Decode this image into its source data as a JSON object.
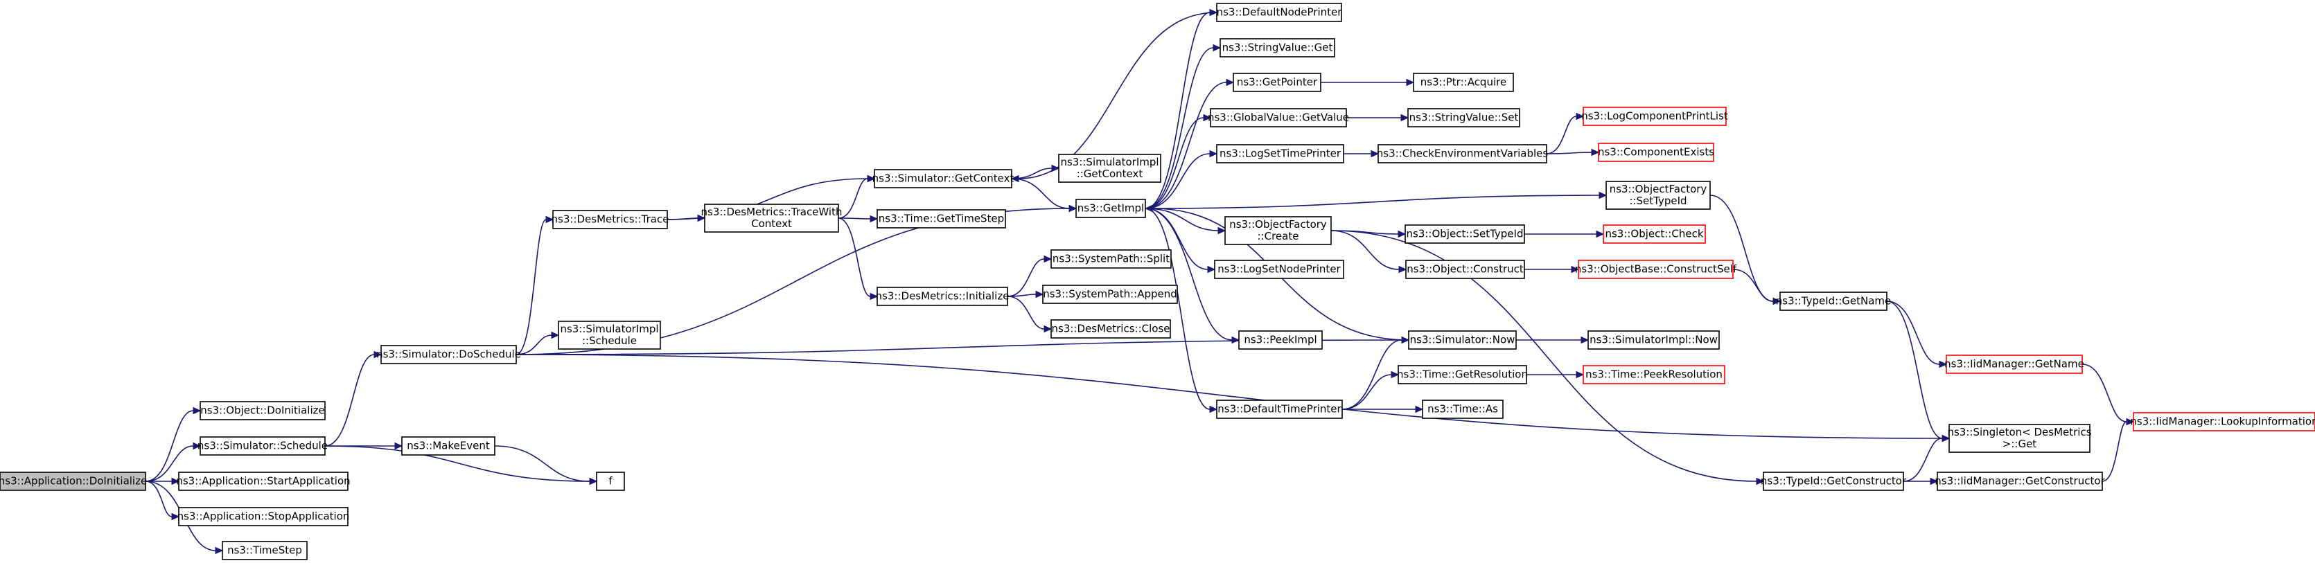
{
  "diagram": {
    "colors": {
      "edge": "#191970",
      "node_border": "#000000",
      "node_fill": "#ffffff",
      "root_fill": "#bfbfbf",
      "undocumented_border": "#ff0000"
    },
    "nodes": [
      {
        "id": "app_doinit",
        "lines": [
          "ns3::Application::DoInitialize"
        ],
        "style": "root"
      },
      {
        "id": "obj_doinit",
        "lines": [
          "ns3::Object::DoInitialize"
        ],
        "style": "normal"
      },
      {
        "id": "sim_schedule",
        "lines": [
          "ns3::Simulator::Schedule"
        ],
        "style": "normal"
      },
      {
        "id": "app_start",
        "lines": [
          "ns3::Application::StartApplication"
        ],
        "style": "normal"
      },
      {
        "id": "app_stop",
        "lines": [
          "ns3::Application::StopApplication"
        ],
        "style": "normal"
      },
      {
        "id": "timestep",
        "lines": [
          "ns3::TimeStep"
        ],
        "style": "normal"
      },
      {
        "id": "sim_doschedule",
        "lines": [
          "ns3::Simulator::DoSchedule"
        ],
        "style": "normal"
      },
      {
        "id": "makeevent",
        "lines": [
          "ns3::MakeEvent"
        ],
        "style": "normal"
      },
      {
        "id": "f",
        "lines": [
          "f"
        ],
        "style": "normal"
      },
      {
        "id": "desm_trace",
        "lines": [
          "ns3::DesMetrics::Trace"
        ],
        "style": "normal"
      },
      {
        "id": "simimpl_schedule",
        "lines": [
          "ns3::SimulatorImpl",
          "::Schedule"
        ],
        "style": "normal"
      },
      {
        "id": "desm_tracewith",
        "lines": [
          "ns3::DesMetrics::TraceWith",
          "Context"
        ],
        "style": "normal"
      },
      {
        "id": "sim_getcontext",
        "lines": [
          "ns3::Simulator::GetContext"
        ],
        "style": "normal"
      },
      {
        "id": "time_gettimestep",
        "lines": [
          "ns3::Time::GetTimeStep"
        ],
        "style": "normal"
      },
      {
        "id": "desm_init",
        "lines": [
          "ns3::DesMetrics::Initialize"
        ],
        "style": "normal"
      },
      {
        "id": "simimpl_getcontext",
        "lines": [
          "ns3::SimulatorImpl",
          "::GetContext"
        ],
        "style": "normal"
      },
      {
        "id": "getimpl",
        "lines": [
          "ns3::GetImpl"
        ],
        "style": "normal"
      },
      {
        "id": "syspath_split",
        "lines": [
          "ns3::SystemPath::Split"
        ],
        "style": "normal"
      },
      {
        "id": "syspath_append",
        "lines": [
          "ns3::SystemPath::Append"
        ],
        "style": "normal"
      },
      {
        "id": "desm_close",
        "lines": [
          "ns3::DesMetrics::Close"
        ],
        "style": "normal"
      },
      {
        "id": "defnodeprinter",
        "lines": [
          "ns3::DefaultNodePrinter"
        ],
        "style": "normal"
      },
      {
        "id": "stringvalue_get",
        "lines": [
          "ns3::StringValue::Get"
        ],
        "style": "normal"
      },
      {
        "id": "getpointer",
        "lines": [
          "ns3::GetPointer"
        ],
        "style": "normal"
      },
      {
        "id": "globalvalue_getvalue",
        "lines": [
          "ns3::GlobalValue::GetValue"
        ],
        "style": "normal"
      },
      {
        "id": "logsettimeprinter",
        "lines": [
          "ns3::LogSetTimePrinter"
        ],
        "style": "normal"
      },
      {
        "id": "objfactory_create",
        "lines": [
          "ns3::ObjectFactory",
          "::Create"
        ],
        "style": "normal"
      },
      {
        "id": "logsetnodeprinter",
        "lines": [
          "ns3::LogSetNodePrinter"
        ],
        "style": "normal"
      },
      {
        "id": "peekimpl",
        "lines": [
          "ns3::PeekImpl"
        ],
        "style": "normal"
      },
      {
        "id": "deftimeprinter",
        "lines": [
          "ns3::DefaultTimePrinter"
        ],
        "style": "normal"
      },
      {
        "id": "ptr_acquire",
        "lines": [
          "ns3::Ptr::Acquire"
        ],
        "style": "normal"
      },
      {
        "id": "stringvalue_set",
        "lines": [
          "ns3::StringValue::Set"
        ],
        "style": "normal"
      },
      {
        "id": "checkenvvars",
        "lines": [
          "ns3::CheckEnvironmentVariables"
        ],
        "style": "normal"
      },
      {
        "id": "obj_settypeid",
        "lines": [
          "ns3::Object::SetTypeId"
        ],
        "style": "normal"
      },
      {
        "id": "obj_construct",
        "lines": [
          "ns3::Object::Construct"
        ],
        "style": "normal"
      },
      {
        "id": "sim_now",
        "lines": [
          "ns3::Simulator::Now"
        ],
        "style": "normal"
      },
      {
        "id": "time_getresolution",
        "lines": [
          "ns3::Time::GetResolution"
        ],
        "style": "normal"
      },
      {
        "id": "time_as",
        "lines": [
          "ns3::Time::As"
        ],
        "style": "normal"
      },
      {
        "id": "logcompprintlist",
        "lines": [
          "ns3::LogComponentPrintList"
        ],
        "style": "undocumented"
      },
      {
        "id": "compexists",
        "lines": [
          "ns3::ComponentExists"
        ],
        "style": "undocumented"
      },
      {
        "id": "obj_check",
        "lines": [
          "ns3::Object::Check"
        ],
        "style": "undocumented"
      },
      {
        "id": "objbase_constructself",
        "lines": [
          "ns3::ObjectBase::ConstructSelf"
        ],
        "style": "undocumented"
      },
      {
        "id": "simimpl_now",
        "lines": [
          "ns3::SimulatorImpl::Now"
        ],
        "style": "normal"
      },
      {
        "id": "time_peekresolution",
        "lines": [
          "ns3::Time::PeekResolution"
        ],
        "style": "undocumented"
      },
      {
        "id": "objfactory_settypeid",
        "lines": [
          "ns3::ObjectFactory",
          "::SetTypeId"
        ],
        "style": "normal"
      },
      {
        "id": "typeid_getname",
        "lines": [
          "ns3::TypeId::GetName"
        ],
        "style": "normal"
      },
      {
        "id": "typeid_getconstructor",
        "lines": [
          "ns3::TypeId::GetConstructor"
        ],
        "style": "normal"
      },
      {
        "id": "iidmgr_getname",
        "lines": [
          "ns3::IidManager::GetName"
        ],
        "style": "undocumented"
      },
      {
        "id": "singleton_get",
        "lines": [
          "ns3::Singleton< DesMetrics",
          " >::Get"
        ],
        "style": "normal"
      },
      {
        "id": "iidmgr_getconstructor",
        "lines": [
          "ns3::IidManager::GetConstructor"
        ],
        "style": "normal"
      },
      {
        "id": "iidmgr_lookup",
        "lines": [
          "ns3::IidManager::LookupInformation"
        ],
        "style": "undocumented"
      }
    ],
    "edges": [
      [
        "app_doinit",
        "obj_doinit"
      ],
      [
        "app_doinit",
        "sim_schedule"
      ],
      [
        "app_doinit",
        "app_start"
      ],
      [
        "app_doinit",
        "app_stop"
      ],
      [
        "app_doinit",
        "timestep"
      ],
      [
        "sim_schedule",
        "sim_doschedule"
      ],
      [
        "sim_schedule",
        "makeevent"
      ],
      [
        "sim_schedule",
        "f"
      ],
      [
        "makeevent",
        "f"
      ],
      [
        "sim_doschedule",
        "desm_trace"
      ],
      [
        "sim_doschedule",
        "simimpl_schedule"
      ],
      [
        "sim_doschedule",
        "getimpl"
      ],
      [
        "sim_doschedule",
        "sim_now"
      ],
      [
        "sim_doschedule",
        "singleton_get"
      ],
      [
        "desm_trace",
        "desm_tracewith"
      ],
      [
        "desm_trace",
        "sim_getcontext"
      ],
      [
        "desm_tracewith",
        "sim_getcontext"
      ],
      [
        "desm_tracewith",
        "time_gettimestep"
      ],
      [
        "desm_tracewith",
        "desm_init"
      ],
      [
        "sim_getcontext",
        "simimpl_getcontext"
      ],
      [
        "sim_getcontext",
        "getimpl"
      ],
      [
        "desm_init",
        "syspath_split"
      ],
      [
        "desm_init",
        "syspath_append"
      ],
      [
        "desm_init",
        "desm_close"
      ],
      [
        "getimpl",
        "defnodeprinter"
      ],
      [
        "getimpl",
        "stringvalue_get"
      ],
      [
        "getimpl",
        "getpointer"
      ],
      [
        "getimpl",
        "globalvalue_getvalue"
      ],
      [
        "getimpl",
        "logsettimeprinter"
      ],
      [
        "getimpl",
        "objfactory_settypeid"
      ],
      [
        "getimpl",
        "objfactory_create"
      ],
      [
        "getimpl",
        "logsetnodeprinter"
      ],
      [
        "getimpl",
        "peekimpl"
      ],
      [
        "getimpl",
        "deftimeprinter"
      ],
      [
        "defnodeprinter",
        "sim_getcontext"
      ],
      [
        "sim_now",
        "getimpl"
      ],
      [
        "getpointer",
        "ptr_acquire"
      ],
      [
        "globalvalue_getvalue",
        "stringvalue_set"
      ],
      [
        "logsettimeprinter",
        "checkenvvars"
      ],
      [
        "checkenvvars",
        "logcompprintlist"
      ],
      [
        "checkenvvars",
        "compexists"
      ],
      [
        "objfactory_create",
        "obj_settypeid"
      ],
      [
        "objfactory_create",
        "obj_construct"
      ],
      [
        "objfactory_create",
        "typeid_getconstructor"
      ],
      [
        "obj_settypeid",
        "obj_check"
      ],
      [
        "obj_construct",
        "objbase_constructself"
      ],
      [
        "objbase_constructself",
        "typeid_getname"
      ],
      [
        "sim_now",
        "simimpl_now"
      ],
      [
        "deftimeprinter",
        "sim_now"
      ],
      [
        "deftimeprinter",
        "time_getresolution"
      ],
      [
        "deftimeprinter",
        "time_as"
      ],
      [
        "time_getresolution",
        "time_peekresolution"
      ],
      [
        "objfactory_settypeid",
        "typeid_getname"
      ],
      [
        "typeid_getname",
        "iidmgr_getname"
      ],
      [
        "typeid_getname",
        "singleton_get"
      ],
      [
        "iidmgr_getname",
        "iidmgr_lookup"
      ],
      [
        "typeid_getconstructor",
        "singleton_get"
      ],
      [
        "typeid_getconstructor",
        "iidmgr_getconstructor"
      ],
      [
        "iidmgr_getconstructor",
        "iidmgr_lookup"
      ]
    ]
  }
}
